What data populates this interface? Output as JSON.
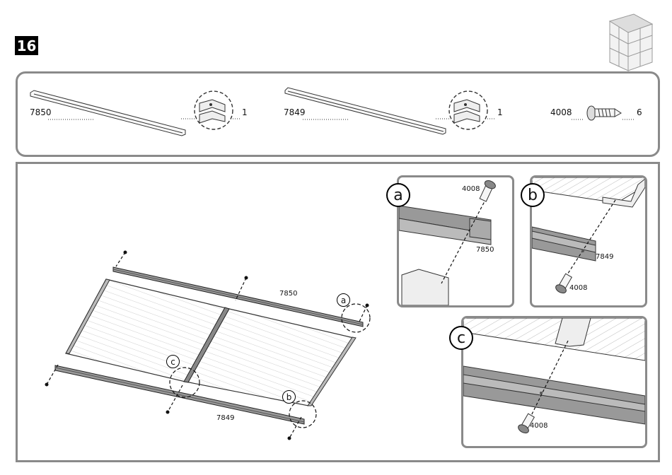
{
  "step": {
    "number": "16"
  },
  "parts": [
    {
      "code": "7850",
      "qty": "1"
    },
    {
      "code": "7849",
      "qty": "1"
    },
    {
      "code": "4008",
      "qty": "6"
    }
  ],
  "main": {
    "label_top_rail": "7850",
    "label_bottom_rail": "7849",
    "callout_a": "a",
    "callout_b": "b",
    "callout_c": "c"
  },
  "details": {
    "a": {
      "letter": "a",
      "screw": "4008",
      "rail": "7850"
    },
    "b": {
      "letter": "b",
      "screw": "4008",
      "rail": "7849"
    },
    "c": {
      "letter": "c",
      "screw": "4008"
    }
  }
}
